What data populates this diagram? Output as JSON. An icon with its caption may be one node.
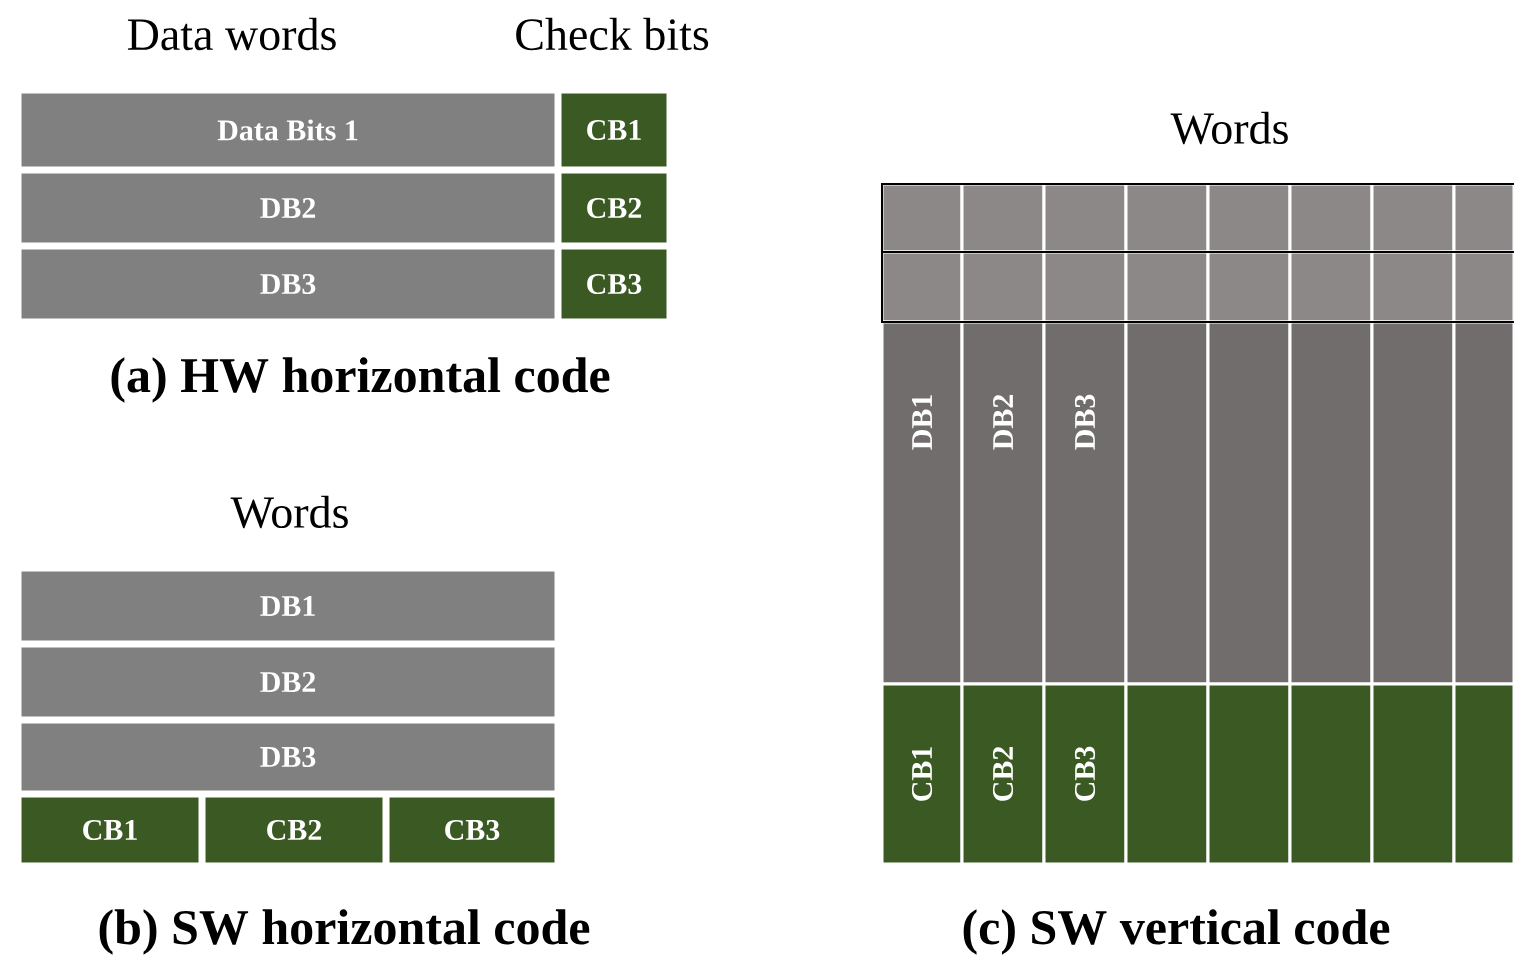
{
  "diagram": {
    "nodes": [
      {
        "text": [
          "Data Bits 1"
        ]
      },
      {
        "text": [
          "CB1"
        ]
      },
      {
        "text": [
          "DB2"
        ]
      },
      {
        "text": [
          "CB2"
        ]
      },
      {
        "text": [
          "DB3"
        ]
      },
      {
        "text": [
          "CB3"
        ]
      },
      {
        "text": [
          "DB1"
        ]
      },
      {
        "text": [
          "DB2"
        ]
      },
      {
        "text": [
          "DB3"
        ]
      },
      {
        "text": [
          "CB1"
        ]
      },
      {
        "text": [
          "CB2"
        ]
      },
      {
        "text": [
          "CB3"
        ]
      },
      {
        "text": [],
        "shape": "box"
      },
      {
        "text": [],
        "shape": "box"
      },
      {
        "text": [],
        "shape": "box"
      },
      {
        "text": [],
        "shape": "box"
      },
      {
        "text": [],
        "shape": "box"
      },
      {
        "text": [],
        "shape": "box"
      },
      {
        "text": [],
        "shape": "box"
      },
      {
        "text": [],
        "shape": "box"
      },
      {
        "text": [],
        "shape": "box"
      },
      {
        "text": [],
        "shape": "box"
      },
      {
        "text": [],
        "shape": "box"
      },
      {
        "text": [],
        "shape": "box"
      },
      {
        "text": [],
        "shape": "box"
      },
      {
        "text": [],
        "shape": "box"
      },
      {
        "text": [],
        "shape": "box"
      },
      {
        "text": [],
        "shape": "box"
      },
      {
        "text": [
          "DB1"
        ]
      },
      {
        "text": [
          "DB2"
        ]
      },
      {
        "text": [
          "DB3"
        ]
      },
      {
        "text": [],
        "shape": "box"
      },
      {
        "text": [],
        "shape": "box"
      },
      {
        "text": [],
        "shape": "box"
      },
      {
        "text": [],
        "shape": "box"
      },
      {
        "text": [],
        "shape": "box"
      },
      {
        "text": [
          "CB1"
        ]
      },
      {
        "text": [
          "CB2"
        ]
      },
      {
        "text": [
          "CB3"
        ]
      },
      {
        "text": [],
        "shape": "box"
      },
      {
        "text": [],
        "shape": "box"
      },
      {
        "text": [],
        "shape": "box"
      },
      {
        "text": [],
        "shape": "box"
      },
      {
        "text": [],
        "shape": "box"
      }
    ],
    "labels": [
      "Data words",
      "Check bits",
      "(a) HW horizontal code",
      "Words",
      "(b) SW horizontal code",
      "Words",
      "(c) SW vertical code"
    ]
  }
}
